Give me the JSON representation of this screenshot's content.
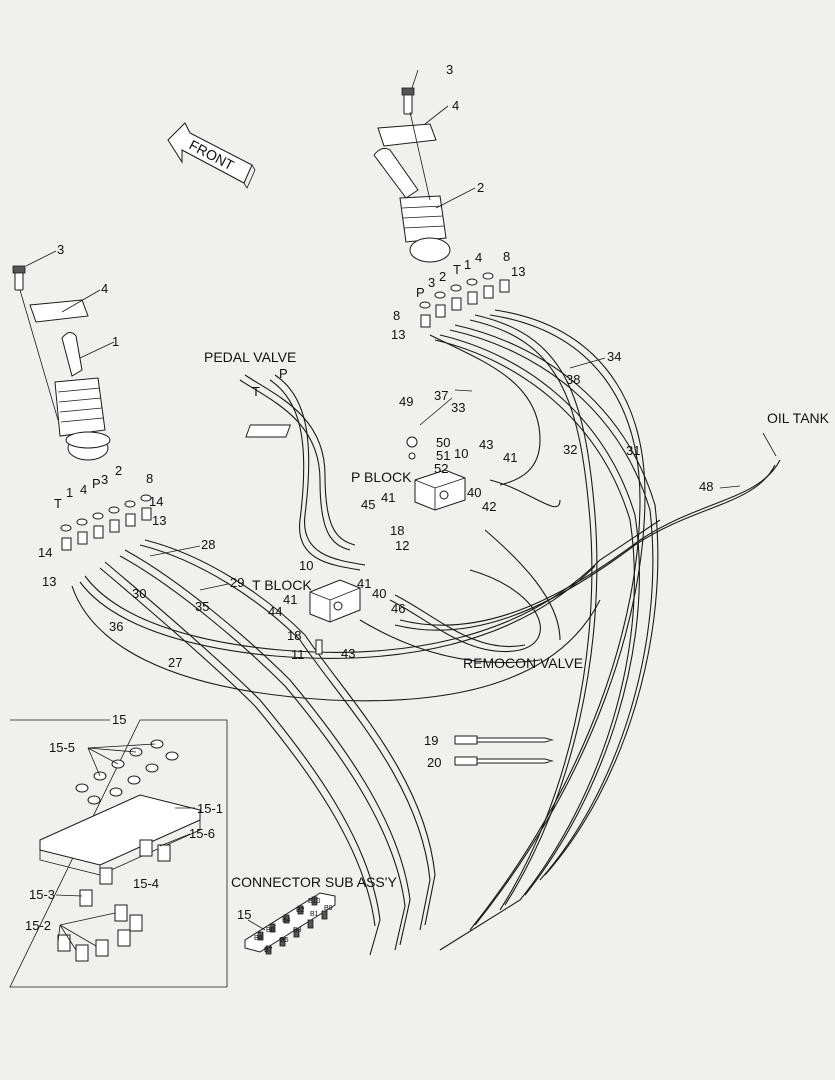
{
  "labels": {
    "front": "FRONT",
    "pedal_valve": "PEDAL VALVE",
    "oil_tank": "OIL TANK",
    "p_block": "P BLOCK",
    "t_block": "T BLOCK",
    "remocon_valve": "REMOCON VALVE",
    "connector_sub_assy": "CONNECTOR SUB ASS'Y",
    "port_p": "P",
    "port_t": "T"
  },
  "detail_box_number": "15",
  "callouts": {
    "n1": "1",
    "n2": "2",
    "n3a": "3",
    "n3b": "3",
    "n4a": "4",
    "n4b": "4",
    "n8a": "8",
    "n8b": "8",
    "n8c": "8",
    "n10a": "10",
    "n10b": "10",
    "n11": "11",
    "n12": "12",
    "n13a": "13",
    "n13b": "13",
    "n13c": "13",
    "n13d": "13",
    "n14a": "14",
    "n14b": "14",
    "n15": "15",
    "n15_1": "15-1",
    "n15_2": "15-2",
    "n15_3": "15-3",
    "n15_4": "15-4",
    "n15_5": "15-5",
    "n15_6": "15-6",
    "n18a": "18",
    "n18b": "18",
    "n19": "19",
    "n20": "20",
    "n27": "27",
    "n28": "28",
    "n29": "29",
    "n30": "30",
    "n31": "31",
    "n32": "32",
    "n33": "33",
    "n34": "34",
    "n35": "35",
    "n36": "36",
    "n37": "37",
    "n38": "38",
    "n40a": "40",
    "n40b": "40",
    "n41a": "41",
    "n41b": "41",
    "n41c": "41",
    "n41d": "41",
    "n42": "42",
    "n43a": "43",
    "n43b": "43",
    "n44": "44",
    "n45": "45",
    "n46": "46",
    "n48": "48",
    "n49": "49",
    "n50": "50",
    "n51": "51",
    "n52": "52"
  },
  "port_labels_left": [
    "T",
    "1",
    "4",
    "P",
    "3",
    "2"
  ],
  "port_labels_right": [
    "P",
    "3",
    "2",
    "T",
    "1",
    "4"
  ],
  "connector_labels": [
    "B1",
    "B2",
    "B3",
    "B4",
    "B5",
    "B6",
    "B7",
    "B8",
    "B9",
    "B10"
  ],
  "colors": {
    "line": "#1a1a1a",
    "background": "#f0f0ef"
  }
}
